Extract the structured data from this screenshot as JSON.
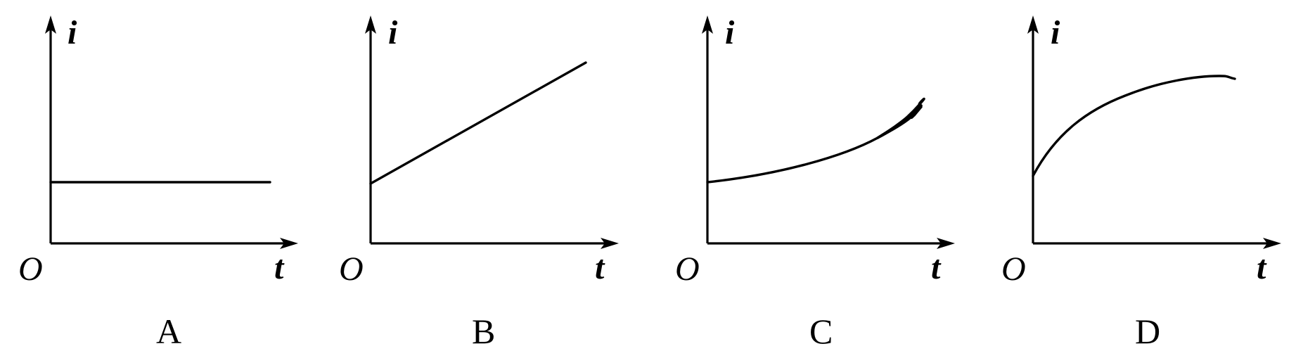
{
  "panels": [
    {
      "id": "A",
      "label": "A",
      "y_axis_label": "i",
      "x_axis_label": "t",
      "origin_label": "O",
      "curve": "constant"
    },
    {
      "id": "B",
      "label": "B",
      "y_axis_label": "i",
      "x_axis_label": "t",
      "origin_label": "O",
      "curve": "linear increasing"
    },
    {
      "id": "C",
      "label": "C",
      "y_axis_label": "i",
      "x_axis_label": "t",
      "origin_label": "O",
      "curve": "increasing, concave up"
    },
    {
      "id": "D",
      "label": "D",
      "y_axis_label": "i",
      "x_axis_label": "t",
      "origin_label": "O",
      "curve": "increasing, concave down, leveling off"
    }
  ],
  "colors": {
    "stroke": "#000000",
    "background": "#ffffff"
  }
}
